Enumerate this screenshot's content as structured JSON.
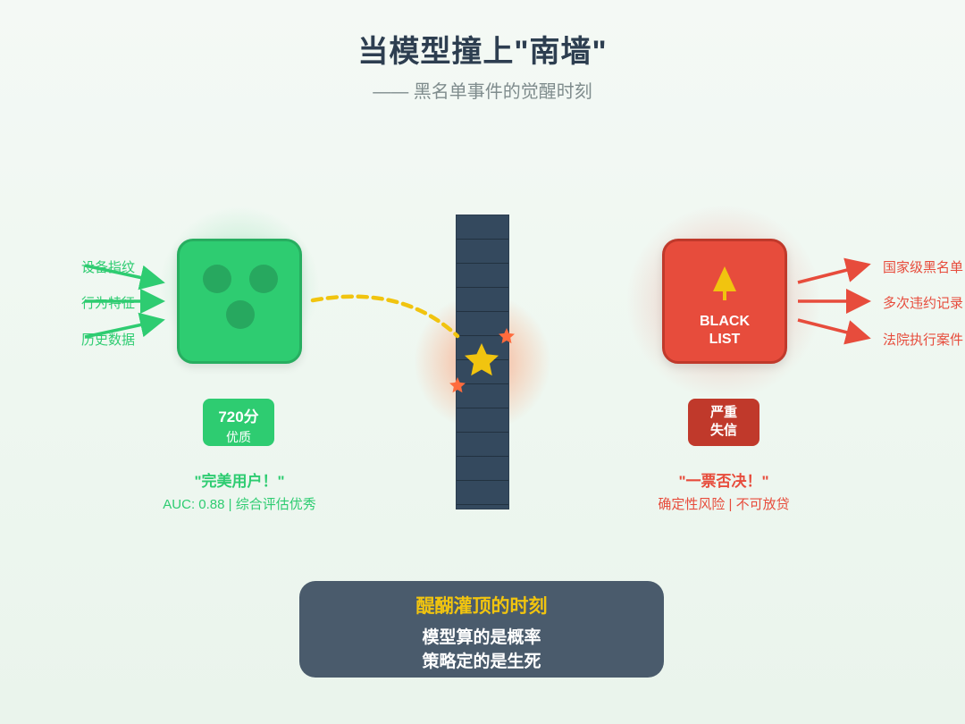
{
  "header": {
    "title": "当模型撞上\"南墙\"",
    "subtitle": "—— 黑名单事件的觉醒时刻"
  },
  "left": {
    "features": [
      "设备指纹",
      "行为特征",
      "历史数据"
    ],
    "score": "720分",
    "score_level": "优质",
    "quote": "\"完美用户！\"",
    "detail": "AUC: 0.88 | 综合评估优秀"
  },
  "right": {
    "box_text_line1": "BLACK",
    "box_text_line2": "LIST",
    "sources": [
      "国家级黑名单",
      "多次违约记录",
      "法院执行案件"
    ],
    "badge_line1": "严重",
    "badge_line2": "失信",
    "quote": "\"一票否决！\"",
    "detail": "确定性风险 | 不可放贷"
  },
  "insight": {
    "title": "醍醐灌顶的时刻",
    "line1": "模型算的是概率",
    "line2": "策略定的是生死"
  },
  "colors": {
    "green": "#2ecc71",
    "green_dark": "#27ae60",
    "red": "#e74c3c",
    "red_dark": "#c0392b",
    "wall": "#34495e",
    "gold": "#f1c40f",
    "impact": "#ff6b3d"
  },
  "icons": [
    "warning-icon",
    "star-icon",
    "spark-icon",
    "arrow-icon"
  ]
}
